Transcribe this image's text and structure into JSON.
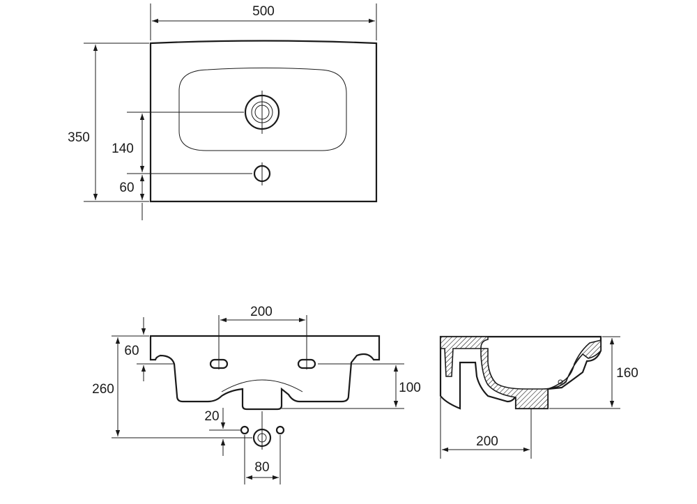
{
  "top_view": {
    "width_label": "500",
    "depth_label": "350",
    "drain_offset_label": "140",
    "tap_offset_label": "60"
  },
  "front_view": {
    "holes_spacing_label": "200",
    "rim_height_label": "60",
    "total_height_label": "260",
    "overflow_height_label": "100",
    "fixing_spacing_label": "80",
    "fixing_offset_label": "20"
  },
  "section_view": {
    "depth_label": "200",
    "height_label": "160"
  }
}
